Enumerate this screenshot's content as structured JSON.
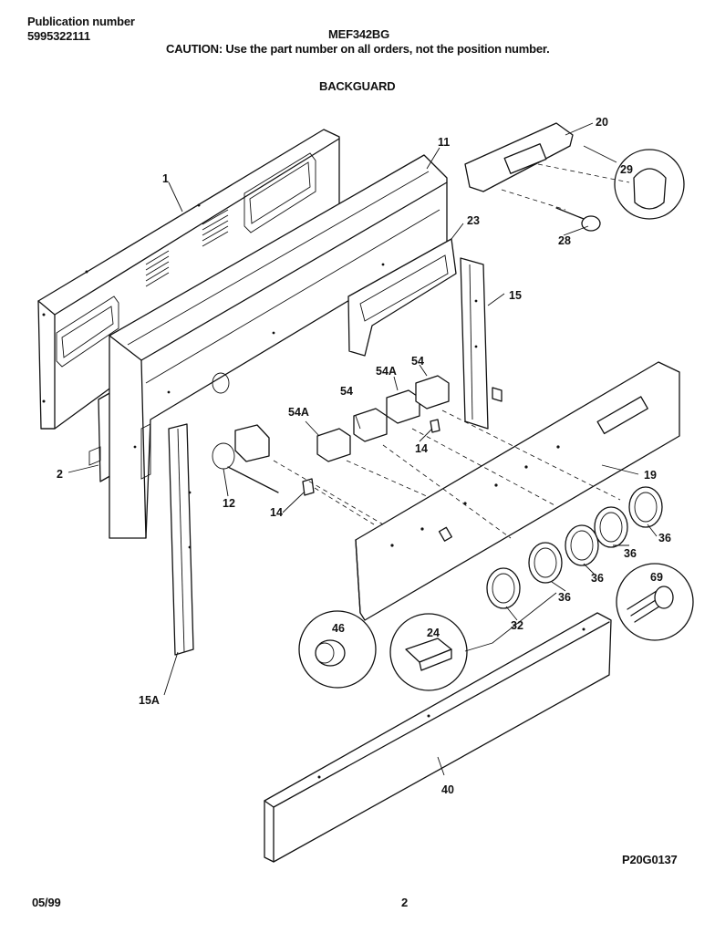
{
  "header": {
    "publication_label": "Publication number",
    "publication_number": "5995322111",
    "model": "MEF342BG",
    "caution": "CAUTION:  Use the part number on all orders, not the position number.",
    "section": "BACKGUARD"
  },
  "footer": {
    "figure_code": "P20G0137",
    "date": "05/99",
    "page": "2"
  },
  "callouts": {
    "c1": "1",
    "c2": "2",
    "c11": "11",
    "c12": "12",
    "c14a": "14",
    "c14b": "14",
    "c15": "15",
    "c15a": "15A",
    "c19": "19",
    "c20": "20",
    "c23": "23",
    "c24": "24",
    "c28": "28",
    "c29": "29",
    "c32": "32",
    "c36a": "36",
    "c36b": "36",
    "c36c": "36",
    "c36d": "36",
    "c40": "40",
    "c46": "46",
    "c54a": "54",
    "c54b": "54",
    "c54Aa": "54A",
    "c54Ab": "54A",
    "c69": "69"
  }
}
